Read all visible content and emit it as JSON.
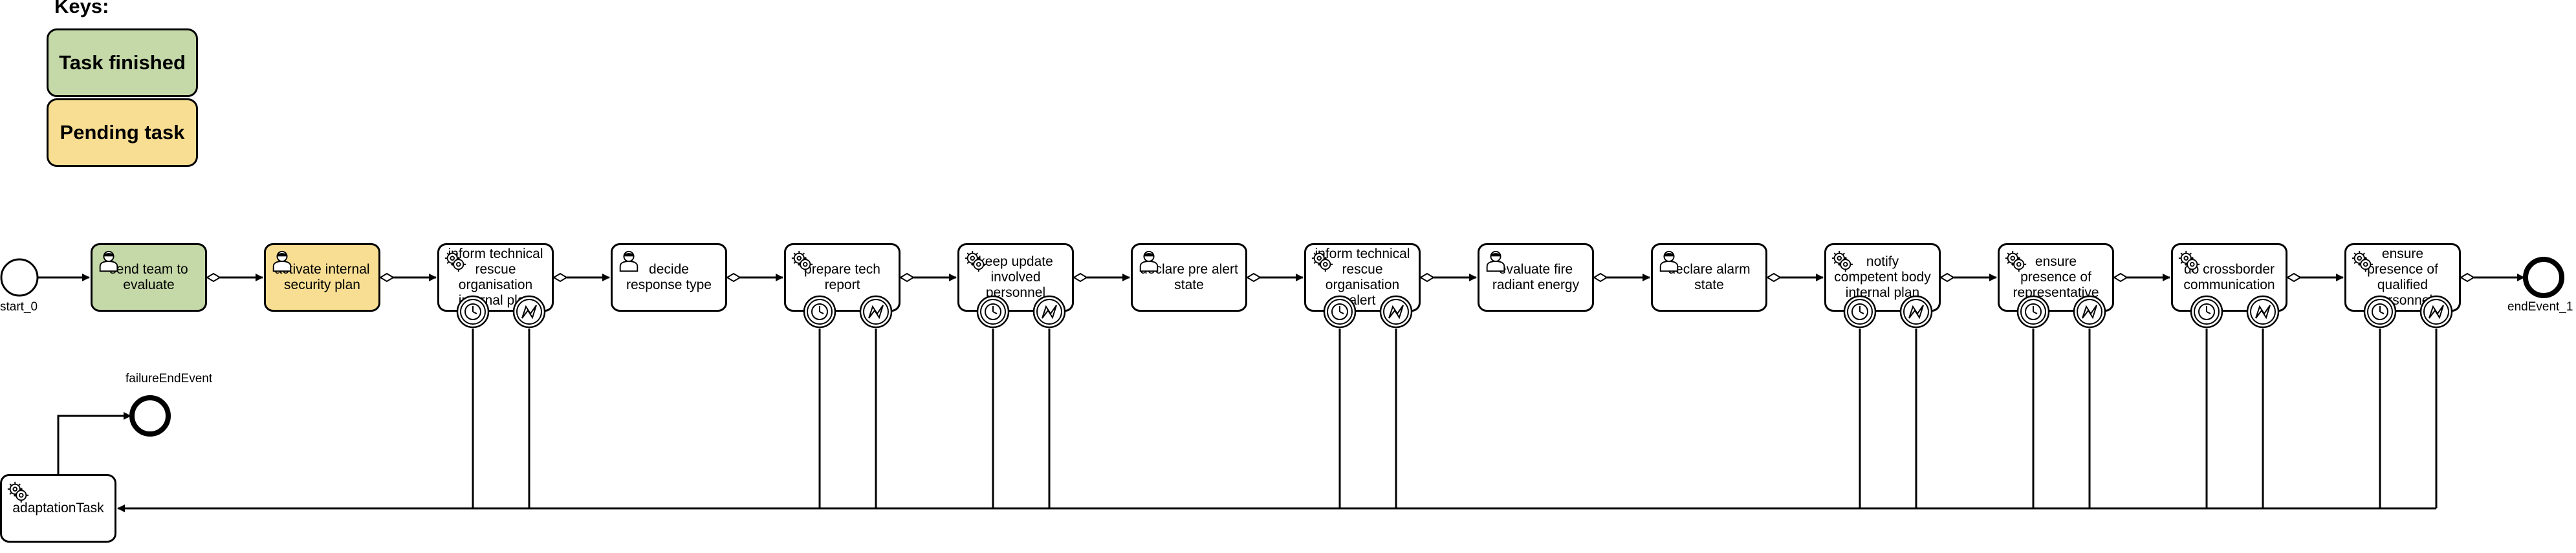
{
  "legend": {
    "title": "Keys:",
    "finished_label": "Task finished",
    "pending_label": "Pending task"
  },
  "colors": {
    "finished": "#c5d9a8",
    "pending": "#f8de93",
    "default": "#ffffff",
    "stroke": "#000000"
  },
  "events": {
    "start": "start_0",
    "end": "endEvent_1",
    "failure": "failureEndEvent"
  },
  "tasks": [
    {
      "label": "send team to evaluate",
      "type": "user",
      "status": "finished",
      "boundary": false
    },
    {
      "label": "activate internal security plan",
      "type": "user",
      "status": "pending",
      "boundary": false
    },
    {
      "label": "inform technical rescue organisation internal plan",
      "type": "service",
      "status": "none",
      "boundary": true
    },
    {
      "label": "decide response type",
      "type": "user",
      "status": "none",
      "boundary": false
    },
    {
      "label": "prepare tech report",
      "type": "service",
      "status": "none",
      "boundary": true
    },
    {
      "label": "keep update involved personnel",
      "type": "service",
      "status": "none",
      "boundary": true
    },
    {
      "label": "declare pre alert state",
      "type": "user",
      "status": "none",
      "boundary": false
    },
    {
      "label": "inform technical rescue organisation alert",
      "type": "service",
      "status": "none",
      "boundary": true
    },
    {
      "label": "evaluate fire radiant energy",
      "type": "user",
      "status": "none",
      "boundary": false
    },
    {
      "label": "declare alarm state",
      "type": "user",
      "status": "none",
      "boundary": false
    },
    {
      "label": "notify competent body internal plan",
      "type": "service",
      "status": "none",
      "boundary": true
    },
    {
      "label": "ensure presence of representative",
      "type": "service",
      "status": "none",
      "boundary": true
    },
    {
      "label": "do crossborder communication",
      "type": "service",
      "status": "none",
      "boundary": true
    },
    {
      "label": "ensure presence of qualified personnel",
      "type": "service",
      "status": "none",
      "boundary": true
    }
  ],
  "adaptation_task": {
    "label": "adaptationTask",
    "type": "service"
  },
  "boundary_icons": [
    "timer-icon",
    "error-icon"
  ]
}
